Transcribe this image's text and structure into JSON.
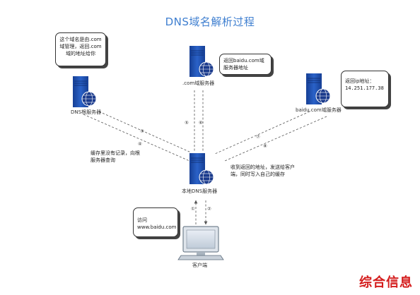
{
  "title": "DNS域名解析过程",
  "nodes": {
    "dns_root": {
      "label": "DNS根服务器",
      "icon": "server-icon"
    },
    "com_server": {
      "label": ".com域服务器",
      "icon": "server-icon"
    },
    "baidu_server": {
      "label": "baidu.com域服务器",
      "icon": "server-icon"
    },
    "local_dns": {
      "label": "本地DNS服务器",
      "icon": "server-icon"
    },
    "client": {
      "label": "客户端",
      "icon": "computer-icon"
    }
  },
  "callouts": {
    "root_note": "这个域名是由.com域管理，返回.com域的地址给你",
    "com_note": "返回baidu.com域服务器地址",
    "baidu_note": "返回ip地址：",
    "baidu_ip": "14.251.177.38",
    "client_note": "访问www.baidu.com"
  },
  "notes": {
    "local_left": "缓存里没有记录，向根服务器查询",
    "local_right": "收到返回的地址，发送给客户端，同时写入自己的缓存"
  },
  "steps": [
    "①",
    "②",
    "③",
    "④",
    "⑤",
    "⑥",
    "⑦",
    "⑧"
  ],
  "colors": {
    "title": "#3f7fd0",
    "server": "#1f4fb0",
    "globe": "#1a3a8c",
    "brand": "#d41c1c",
    "line": "#555555"
  },
  "brand": "综合信息"
}
